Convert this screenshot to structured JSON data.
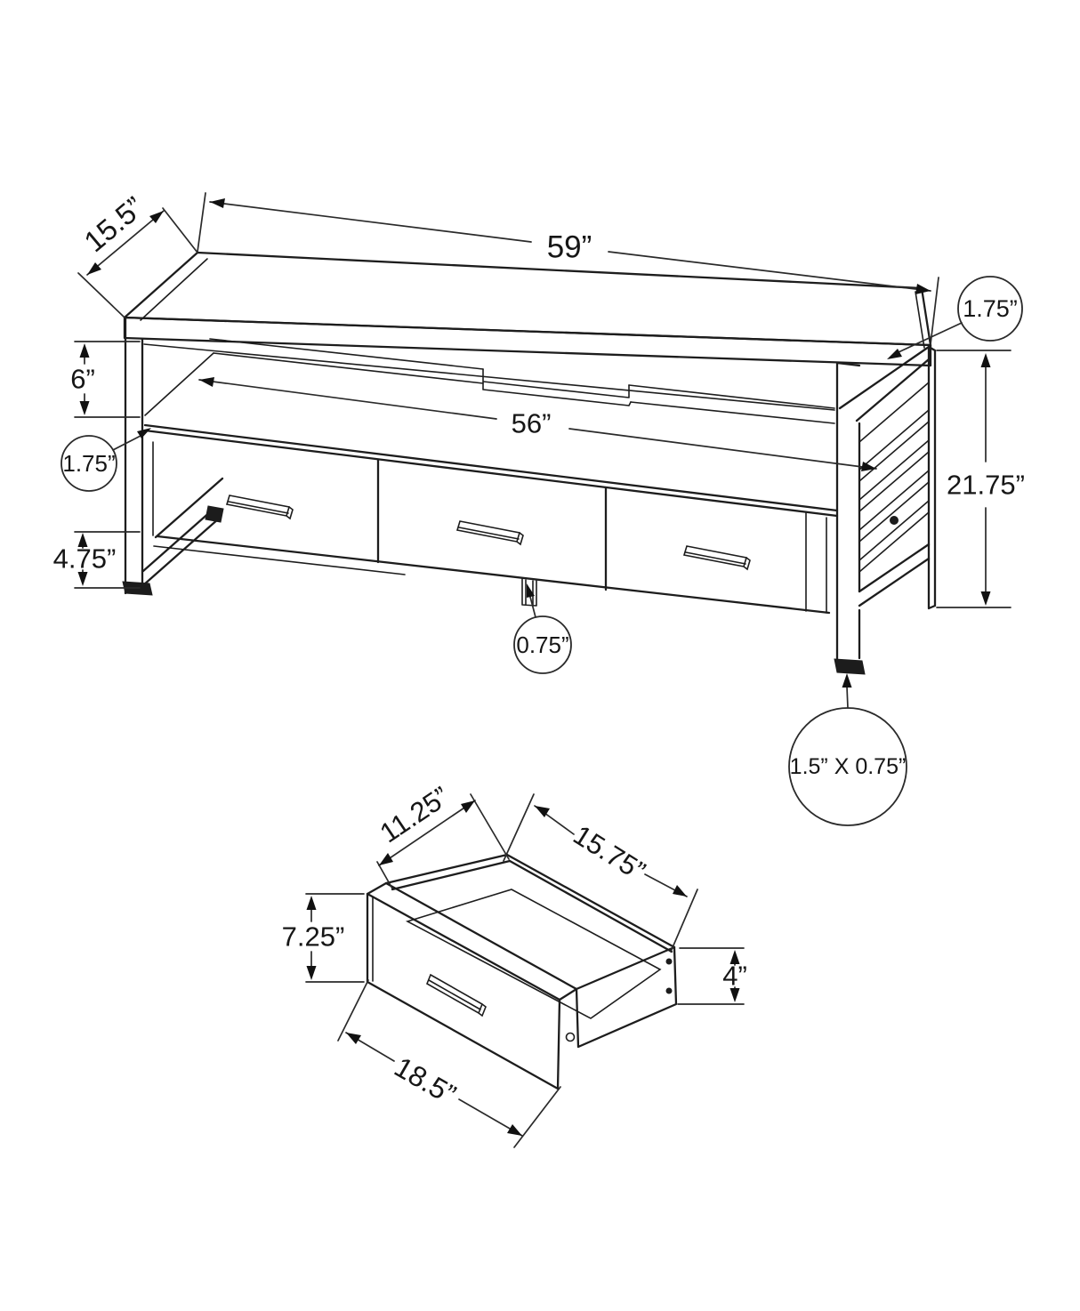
{
  "diagram": "furniture-dimension-diagram",
  "colors": {
    "line": "#1d1d1d",
    "background": "#ffffff",
    "text": "#161616"
  },
  "tv_stand": {
    "dims": {
      "top_width": "59”",
      "depth": "15.5”",
      "open_compartment_height": "6”",
      "shelf_thickness": "1.75”",
      "top_panel_thickness": "1.75”",
      "interior_width": "56”",
      "overall_height": "21.75”",
      "base_clearance": "4.75”",
      "divider_thickness": "0.75”",
      "leg_profile": "1.5” X 0.75”"
    }
  },
  "drawer": {
    "dims": {
      "interior_depth": "11.25”",
      "side_depth": "15.75”",
      "front_height": "7.25”",
      "side_height": "4”",
      "front_width": "18.5”"
    }
  }
}
